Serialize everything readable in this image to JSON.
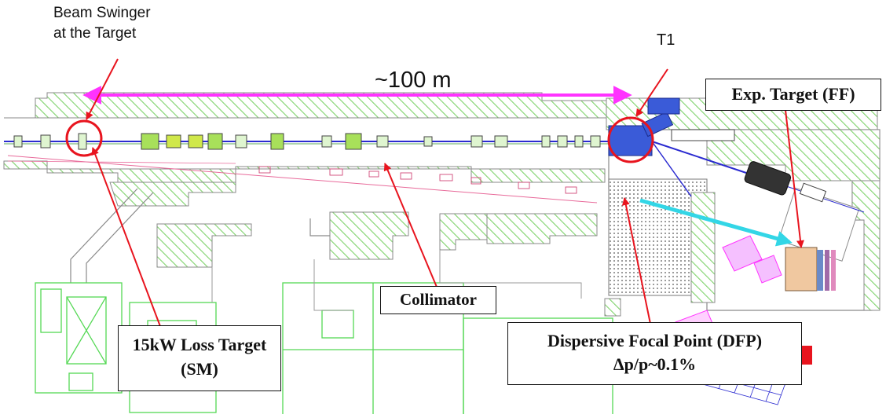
{
  "labels": {
    "swinger_line1": "Beam Swinger",
    "swinger_line2": "at the Target",
    "t1": "T1",
    "distance": "~100 m",
    "exp_target": "Exp. Target (FF)",
    "collimator": "Collimator",
    "loss_target_line1": "15kW Loss Target",
    "loss_target_line2": "(SM)",
    "dfp_line1": "Dispersive Focal Point (DFP)",
    "dfp_line2": "Δp/p~0.1%"
  },
  "colors": {
    "magenta": "#ff33ff",
    "annotation_red": "#e8141e",
    "hatch_green": "#7ed26b",
    "wall_gray": "#8a8a8a",
    "beamline_blue": "#2a2ad0",
    "cyan_arrow": "#33d6e6"
  }
}
